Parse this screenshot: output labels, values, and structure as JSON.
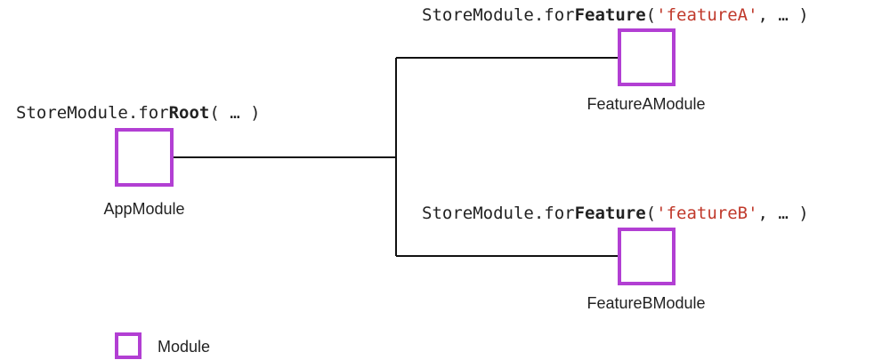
{
  "colors": {
    "module_border": "#b23fd3",
    "line": "#111111",
    "string": "#c0392b",
    "text": "#222222"
  },
  "root": {
    "call_prefix": "StoreModule.for",
    "call_bold": "Root",
    "call_args": "( … )",
    "module_name": "AppModule"
  },
  "feature_a": {
    "call_prefix": "StoreModule.for",
    "call_bold": "Feature",
    "call_open": "(",
    "call_string": "'featureA'",
    "call_rest": ", … )",
    "module_name": "FeatureAModule"
  },
  "feature_b": {
    "call_prefix": "StoreModule.for",
    "call_bold": "Feature",
    "call_open": "(",
    "call_string": "'featureB'",
    "call_rest": ", … )",
    "module_name": "FeatureBModule"
  },
  "legend": {
    "label": "Module"
  }
}
